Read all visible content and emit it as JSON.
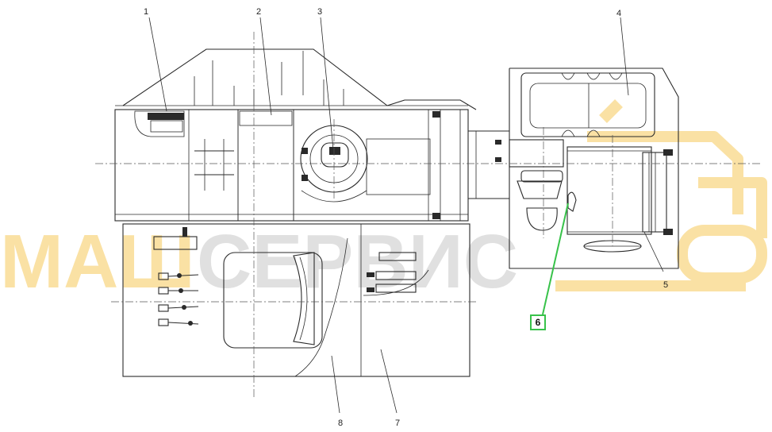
{
  "diagram": {
    "callouts": [
      "1",
      "2",
      "3",
      "4",
      "5",
      "6",
      "7",
      "8"
    ],
    "highlighted_callout": "6",
    "highlight_color": "#38c24a"
  },
  "watermark": {
    "text_left": "МАШ",
    "text_right": "СЕРВИС",
    "color_left": "#f6c95a",
    "color_right": "#c8c8c8",
    "icon": "excavator-icon"
  }
}
